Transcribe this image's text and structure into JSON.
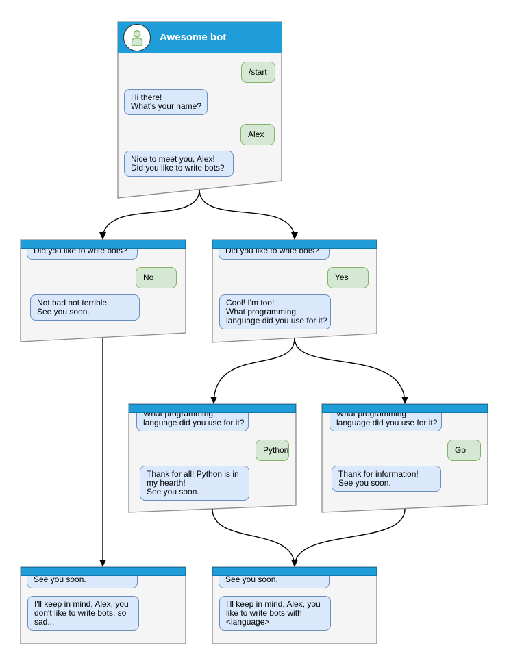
{
  "diagram_type": "chatbot-conversation-flowchart",
  "colors": {
    "header_blue": "#1e9dd8",
    "titlebar_border": "#1178ae",
    "bot_bubble_fill": "#dae8fc",
    "bot_bubble_border": "#6c8ebf",
    "user_bubble_fill": "#d5e8d4",
    "user_bubble_border": "#82b366",
    "window_fill": "#f5f5f5",
    "window_border": "#8c8c8c",
    "connector": "#000000"
  },
  "root_window": {
    "title": "Awesome bot",
    "avatar": "person-icon",
    "messages": [
      {
        "from": "user",
        "text": "/start"
      },
      {
        "from": "bot",
        "text": "Hi there!\nWhat's your name?"
      },
      {
        "from": "user",
        "text": "Alex"
      },
      {
        "from": "bot",
        "text": "Nice to meet you, Alex!\nDid you like to write bots?"
      }
    ]
  },
  "windows": [
    {
      "id": "no-branch",
      "messages": [
        {
          "from": "bot",
          "text": "Did you like to write bots?"
        },
        {
          "from": "user",
          "text": "No"
        },
        {
          "from": "bot",
          "text": "Not bad not terrible.\nSee you soon."
        }
      ]
    },
    {
      "id": "yes-branch",
      "messages": [
        {
          "from": "bot",
          "text": "Did you like to write bots?"
        },
        {
          "from": "user",
          "text": "Yes"
        },
        {
          "from": "bot",
          "text": "Cool! I'm too!\nWhat programming\nlanguage did you use for it?"
        }
      ]
    },
    {
      "id": "python-branch",
      "messages": [
        {
          "from": "bot",
          "text": "What programming\nlanguage did you use for it?"
        },
        {
          "from": "user",
          "text": "Python"
        },
        {
          "from": "bot",
          "text": "Thank for all! Python is in\nmy hearth!\nSee you soon."
        }
      ]
    },
    {
      "id": "go-branch",
      "messages": [
        {
          "from": "bot",
          "text": "What programming\nlanguage did you use for it?"
        },
        {
          "from": "user",
          "text": "Go"
        },
        {
          "from": "bot",
          "text": "Thank for information!\nSee you soon."
        }
      ]
    },
    {
      "id": "end-no",
      "messages": [
        {
          "from": "bot",
          "text": "See you soon."
        },
        {
          "from": "bot",
          "text": "I'll keep in mind, Alex, you\ndon't like to write bots, so\nsad..."
        }
      ]
    },
    {
      "id": "end-yes",
      "messages": [
        {
          "from": "bot",
          "text": "See you soon."
        },
        {
          "from": "bot",
          "text": "I'll keep in mind, Alex, you\nlike to write bots with\n<language>"
        }
      ]
    }
  ]
}
